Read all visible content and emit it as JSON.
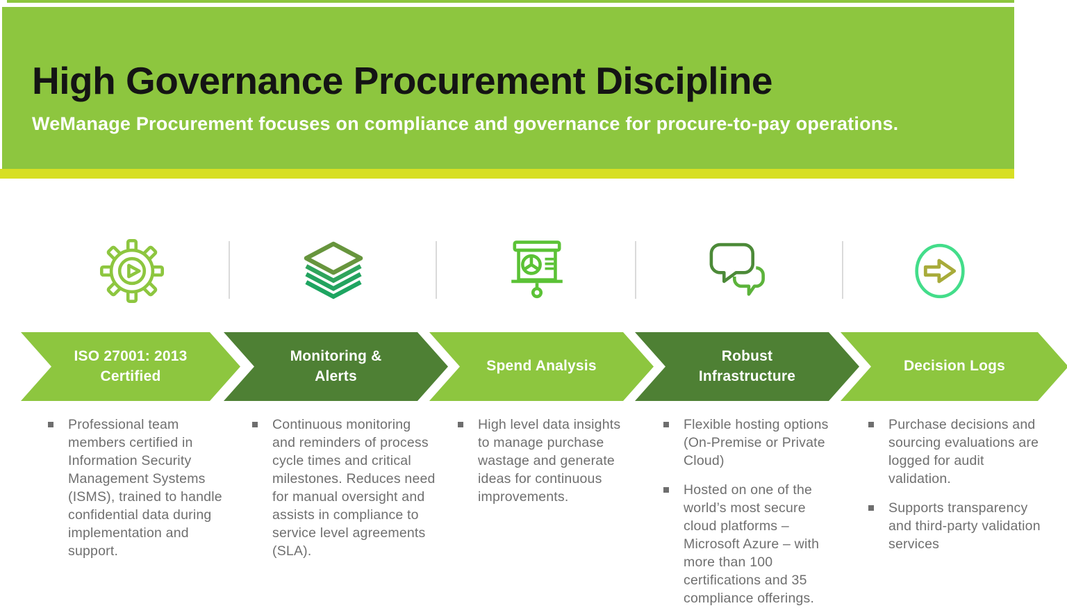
{
  "slide": {
    "title": "High Governance Procurement Discipline",
    "subtitle": "WeManage Procurement focuses on compliance and governance for procure-to-pay operations."
  },
  "colors": {
    "header_green": "#8DC63F",
    "accent_yellow": "#D7DF23",
    "chevron_light_green": "#8DC63F",
    "chevron_dark_green": "#4E8034",
    "banner_text": "#FFFFFF",
    "title_text": "#141414",
    "body_text": "#6F6F6F",
    "divider_gray": "#DADADA"
  },
  "icon_colors": {
    "gear": "#8DC63F",
    "layers_top": "#67953D",
    "layers_bottom": "#1FA463",
    "presentation": "#5BC236",
    "chat_large": "#4C8A38",
    "chat_small": "#5CB33B",
    "arrow_ring": "#43DD8A",
    "arrow": "#A8AB3A"
  },
  "columns": [
    {
      "icon": "gear-play-icon",
      "banner": "ISO 27001: 2013 Certified",
      "bullets": [
        "Professional team members certified in Information Security Management Systems (ISMS), trained to handle confidential data during implementation and support."
      ]
    },
    {
      "icon": "stacked-layers-icon",
      "banner": "Monitoring & Alerts",
      "bullets": [
        "Continuous monitoring and reminders of process cycle times and critical milestones. Reduces need for manual oversight and assists in compliance to service level agreements (SLA)."
      ]
    },
    {
      "icon": "presentation-chart-icon",
      "banner": "Spend Analysis",
      "bullets": [
        "High level data insights to manage purchase wastage and generate ideas for continuous improvements."
      ]
    },
    {
      "icon": "chat-bubbles-icon",
      "banner": "Robust Infrastructure",
      "bullets": [
        "Flexible hosting options (On-Premise or Private Cloud)",
        "Hosted on one of the world’s most secure cloud platforms – Microsoft Azure – with more than 100 certifications and 35 compliance offerings."
      ]
    },
    {
      "icon": "arrow-circle-icon",
      "banner": "Decision Logs",
      "bullets": [
        "Purchase decisions and sourcing evaluations are logged for audit validation.",
        "Supports transparency and third-party validation services"
      ]
    }
  ]
}
